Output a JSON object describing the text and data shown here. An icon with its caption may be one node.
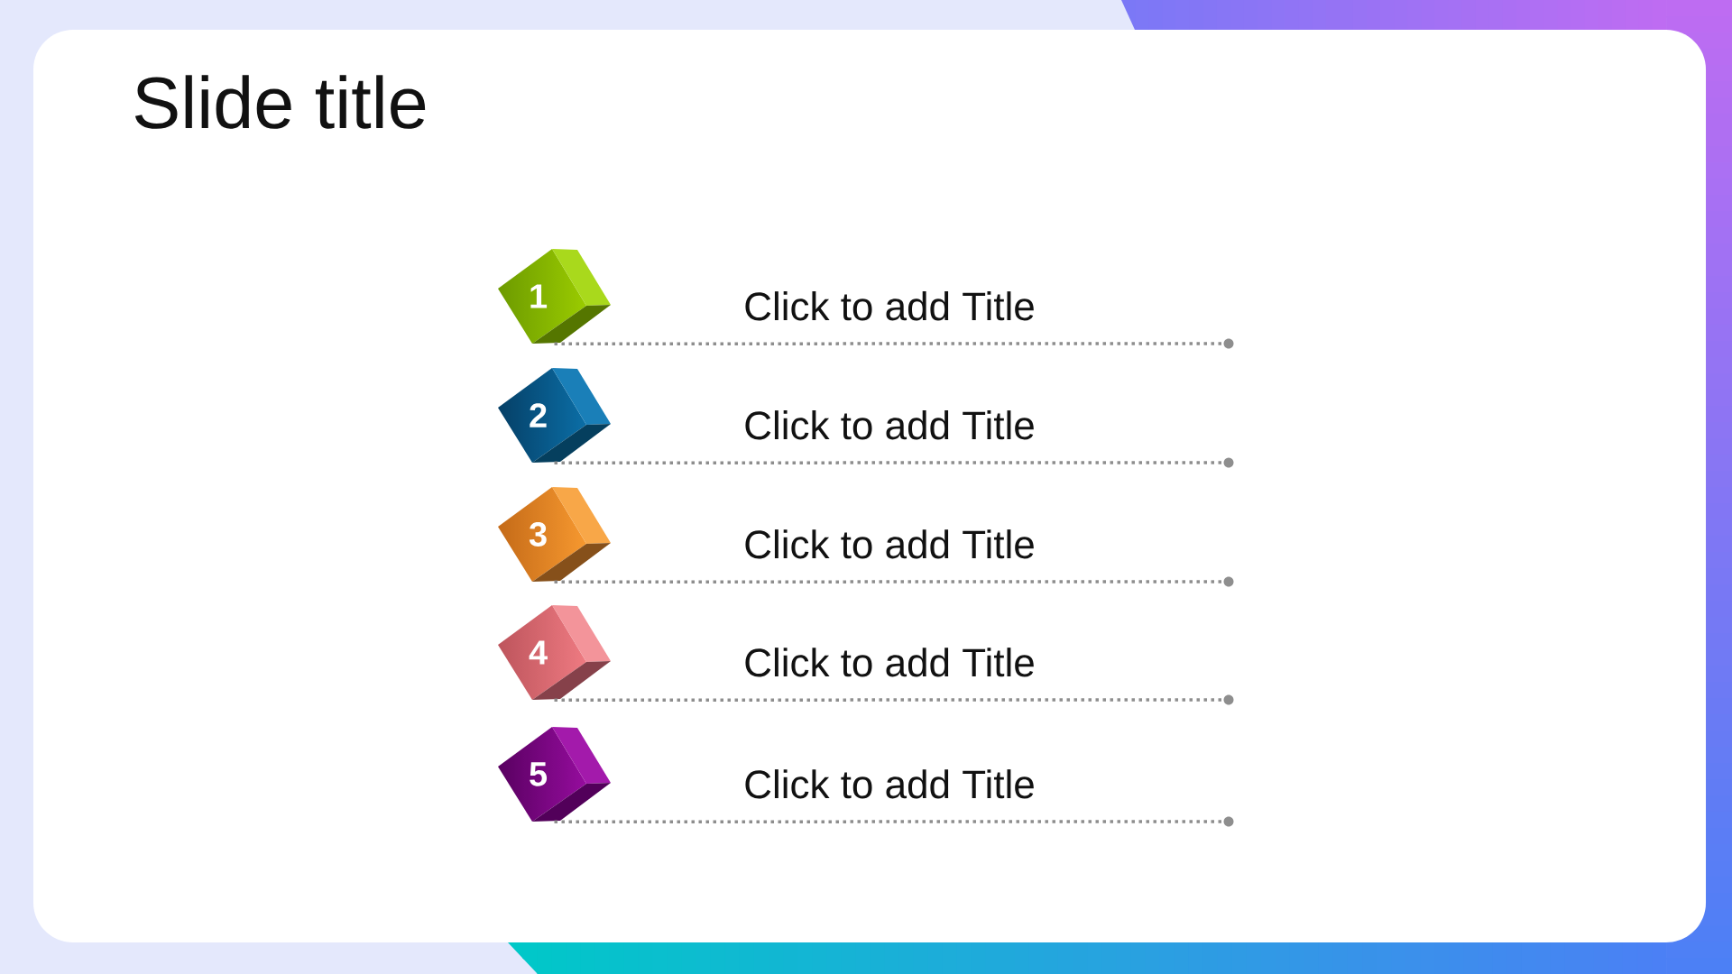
{
  "diagram": {
    "title": "Slide title",
    "nodes": [
      {
        "text": [
          "1"
        ],
        "beside": [
          "Click to add Title"
        ]
      },
      {
        "text": [],
        "shape": "circle"
      },
      {
        "text": [
          "2"
        ],
        "beside": [
          "Click to add Title"
        ]
      },
      {
        "text": [],
        "shape": "circle"
      },
      {
        "text": [
          "3"
        ],
        "beside": [
          "Click to add Title"
        ]
      },
      {
        "text": [],
        "shape": "circle"
      },
      {
        "text": [
          "4"
        ],
        "beside": [
          "Click to add Title"
        ]
      },
      {
        "text": [],
        "shape": "circle"
      },
      {
        "text": [
          "5"
        ],
        "beside": [
          "Click to add Title"
        ]
      },
      {
        "text": [],
        "shape": "circle"
      }
    ],
    "edges": [
      {
        "from": 0,
        "to": 1,
        "arrow": "none"
      },
      {
        "from": 2,
        "to": 3,
        "arrow": "none"
      },
      {
        "from": 4,
        "to": 5,
        "arrow": "none"
      },
      {
        "from": 6,
        "to": 7,
        "arrow": "none"
      },
      {
        "from": 8,
        "to": 9,
        "arrow": "none"
      }
    ]
  }
}
